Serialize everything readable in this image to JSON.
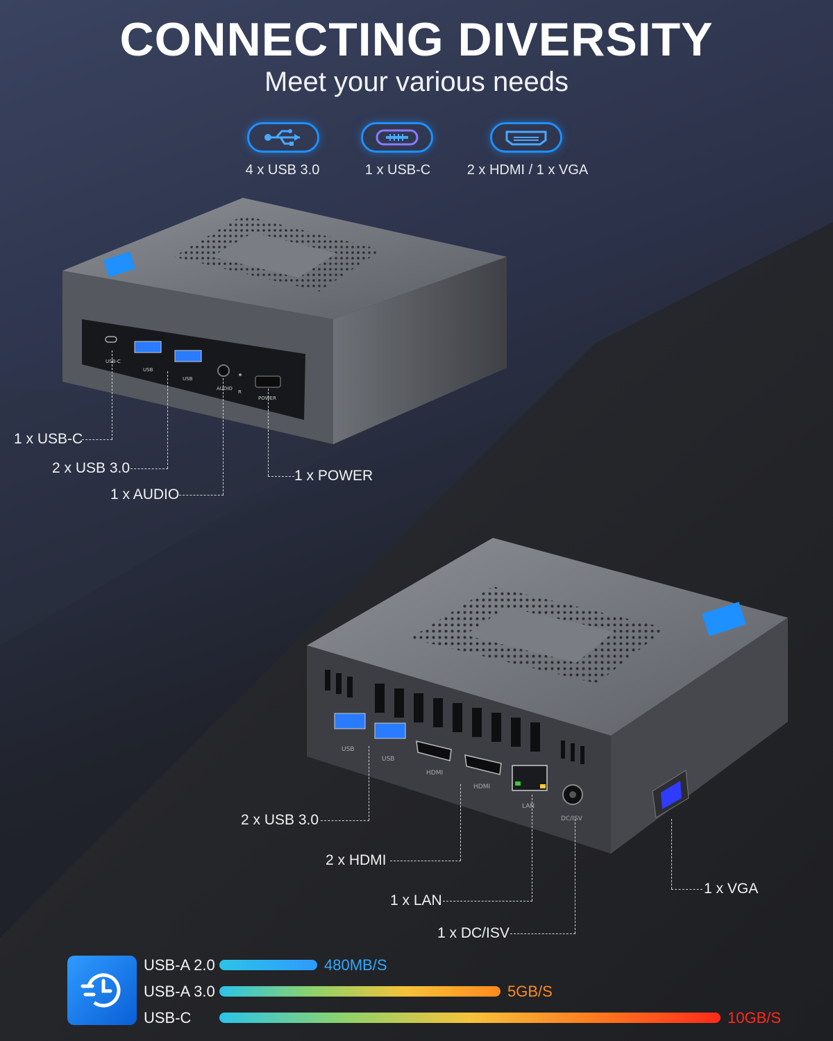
{
  "header": {
    "title": "CONNECTING DIVERSITY",
    "subtitle": "Meet your various needs"
  },
  "port_summary": [
    {
      "icon": "usb-icon",
      "label": "4 x USB 3.0"
    },
    {
      "icon": "usb-c-icon",
      "label": "1 x USB-C"
    },
    {
      "icon": "hdmi-icon",
      "label": "2 x HDMI / 1 x VGA"
    }
  ],
  "front_panel": {
    "labels": {
      "usbc": "USB-C",
      "usb1": "USB",
      "usb2": "USB",
      "audio": "AUDIO",
      "reset": "R",
      "power": "POWER"
    },
    "callouts": {
      "usbc": "1 x USB-C",
      "usb": "2 x USB 3.0",
      "audio": "1 x AUDIO",
      "power": "1 x POWER"
    }
  },
  "rear_panel": {
    "labels": {
      "usb1": "USB",
      "usb2": "USB",
      "hdmi1": "HDMI",
      "hdmi2": "HDMI",
      "lan": "LAN",
      "dc": "DC/ISV"
    },
    "callouts": {
      "usb": "2 x USB 3.0",
      "hdmi": "2 x HDMI",
      "lan": "1 x LAN",
      "dc": "1 x DC/ISV",
      "vga": "1 x VGA"
    }
  },
  "speeds": [
    {
      "name": "USB-A 2.0",
      "value": "480MB/S",
      "color": "#2ea8ff",
      "fraction": 0.16
    },
    {
      "name": "USB-A 3.0",
      "value": "5GB/S",
      "color": "#ff8a1f",
      "fraction": 0.46
    },
    {
      "name": "USB-C",
      "value": "10GB/S",
      "color": "#ff2a1a",
      "fraction": 0.82
    }
  ],
  "colors": {
    "accent": "#1e90ff"
  }
}
